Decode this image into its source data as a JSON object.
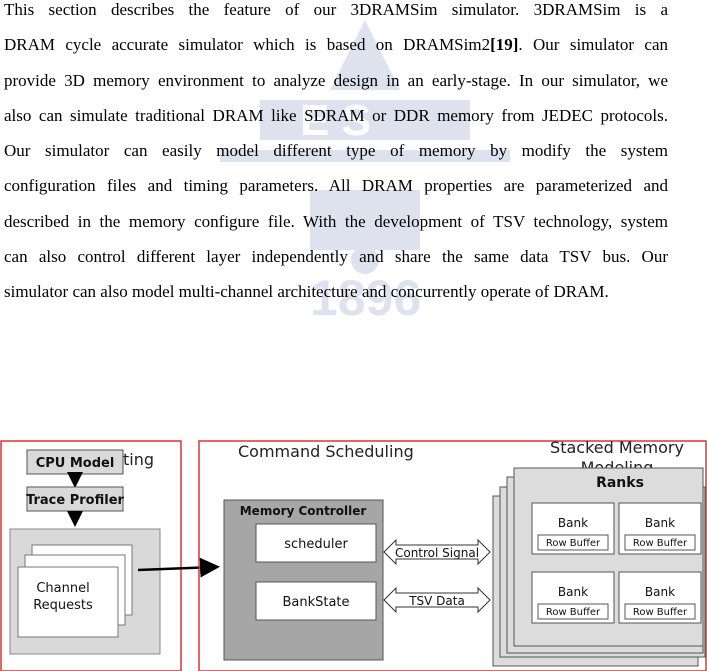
{
  "paragraph": {
    "lines": [
      "This section describes the feature of our 3DRAMSim simulator. 3DRAMSim is a",
      "DRAM cycle accurate simulator which is based on DRAMSim2",
      "provide 3D memory environment to analyze design in an early-stage. In our simulator, we",
      "also can simulate traditional DRAM like SDRAM or DDR memory from JEDEC protocols.",
      "Our simulator can easily model different type of memory by modify the system",
      "configuration files and timing parameters. All DRAM properties are parameterized and",
      "described in the memory configure file. With the development of TSV technology, system",
      "can also control different layer independently and share the same data TSV bus. Our",
      "simulator can also model multi-channel architecture and concurrently operate of DRAM."
    ],
    "citation": "[19]",
    "line2_tail": ". Our simulator can"
  },
  "watermark": {
    "year": "1896",
    "letters": "E S"
  },
  "diagram": {
    "trace_splitting": {
      "title": "Trace Splitting",
      "cpu_model": "CPU Model",
      "trace_profiler": "Trace Profiler",
      "channel_requests_line1": "Channel",
      "channel_requests_line2": "Requests"
    },
    "command_scheduling": {
      "title": "Command Scheduling",
      "memory_controller": "Memory Controller",
      "scheduler": "scheduler",
      "bankstate": "BankState",
      "control_signal": "Control Signal",
      "tsv_data": "TSV Data"
    },
    "stacked_memory": {
      "title_line1": "Stacked Memory",
      "title_line2": "Modeling",
      "ranks": "Ranks",
      "bank": "Bank",
      "row_buffer": "Row Buffer"
    }
  }
}
